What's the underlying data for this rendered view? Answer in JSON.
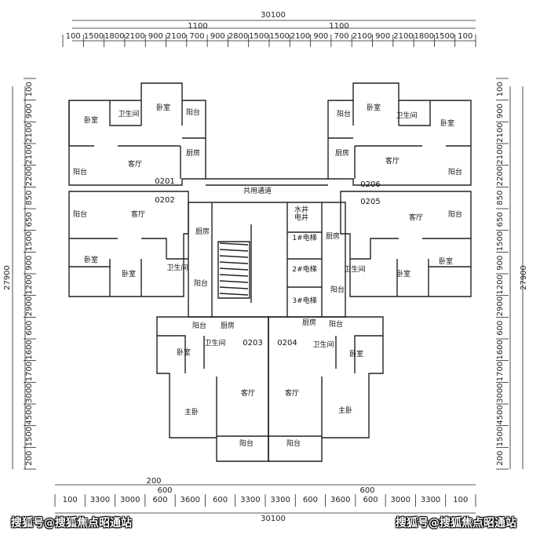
{
  "dimensions": {
    "top_total": "30100",
    "top_sub_left": "1100",
    "top_sub_right": "1100",
    "top_row": [
      "100",
      "1500",
      "1800",
      "2100",
      "900",
      "2100",
      "700",
      "900",
      "2800",
      "1500",
      "1500",
      "2100",
      "900",
      "700",
      "2100",
      "900",
      "2100",
      "1800",
      "1500",
      "100"
    ],
    "bottom_total": "30100",
    "bottom_row": [
      "100",
      "3300",
      "3000",
      "600",
      "3600",
      "600",
      "3300",
      "3300",
      "600",
      "3600",
      "600",
      "3000",
      "3300",
      "100"
    ],
    "bottom_sub": [
      "200",
      "600",
      "600"
    ],
    "left_total": "27900",
    "left_col": [
      "100",
      "900",
      "2100",
      "2100",
      "2200",
      "850",
      "650",
      "1500",
      "900",
      "1200",
      "2900",
      "600",
      "1600",
      "1700",
      "3000",
      "4500",
      "1500",
      "200"
    ],
    "right_total": "27900",
    "right_col": [
      "100",
      "900",
      "2100",
      "2100",
      "2200",
      "850",
      "650",
      "1500",
      "900",
      "1200",
      "2900",
      "600",
      "1600",
      "1700",
      "3000",
      "4500",
      "1500",
      "200"
    ]
  },
  "units": [
    "0201",
    "0202",
    "0203",
    "0204",
    "0205",
    "0206"
  ],
  "rooms": {
    "bedroom": "卧室",
    "master_bedroom": "主卧",
    "living": "客厅",
    "kitchen": "厨房",
    "bathroom": "卫生间",
    "balcony": "阳台",
    "corridor": "共用通道",
    "elevator1": "1#电梯",
    "elevator2": "2#电梯",
    "elevator3": "3#电梯",
    "shaft_a": "水井",
    "shaft_b": "电井"
  },
  "watermark": {
    "left": "搜狐号@搜狐焦点昭通站",
    "right": "搜狐号@搜狐焦点昭通站"
  }
}
